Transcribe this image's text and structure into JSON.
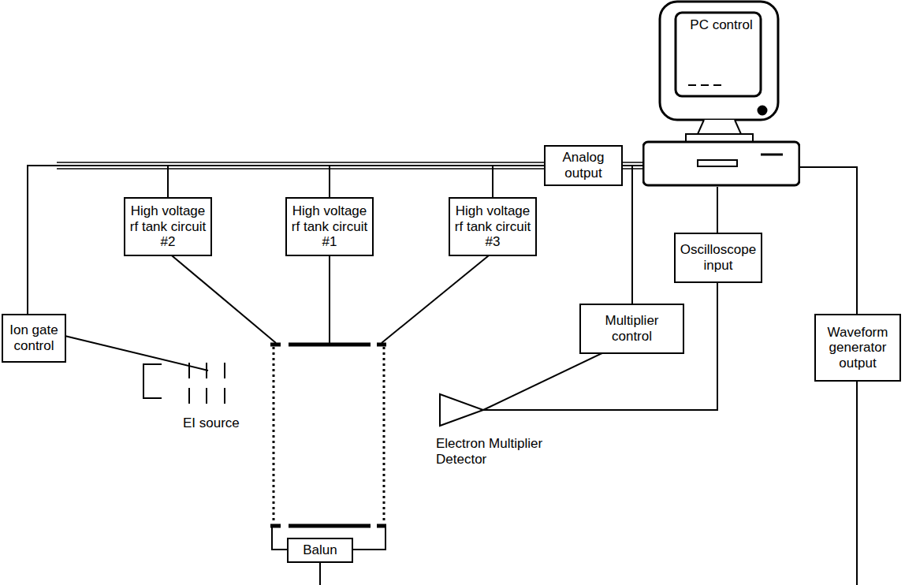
{
  "diagram": {
    "nodes": [
      {
        "text": [
          "PC control"
        ]
      },
      {
        "text": [
          "Analog output"
        ]
      },
      {
        "text": [
          "High voltage rf tank circuit #2"
        ]
      },
      {
        "text": [
          "High voltage rf tank circuit #1"
        ]
      },
      {
        "text": [
          "High voltage rf tank circuit #3"
        ]
      },
      {
        "text": [
          "Oscilloscope input"
        ]
      },
      {
        "text": [
          "Ion gate control"
        ]
      },
      {
        "text": [
          "Multiplier control"
        ]
      },
      {
        "text": [
          "Waveform generator output"
        ]
      },
      {
        "text": [
          "Balun"
        ]
      }
    ],
    "edges": [
      {
        "from": 0,
        "to": 1,
        "arrow": "none"
      },
      {
        "from": 1,
        "to": 6,
        "arrow": "none"
      },
      {
        "from": 1,
        "to": 2,
        "arrow": "none"
      },
      {
        "from": 1,
        "to": 3,
        "arrow": "none"
      },
      {
        "from": 1,
        "to": 4,
        "arrow": "none"
      },
      {
        "from": 1,
        "to": 7,
        "arrow": "none"
      },
      {
        "from": 0,
        "to": 5,
        "arrow": "none"
      },
      {
        "from": 0,
        "to": 8,
        "arrow": "none"
      }
    ],
    "labels": [
      "EI source",
      "Electron Multiplier Detector"
    ]
  }
}
